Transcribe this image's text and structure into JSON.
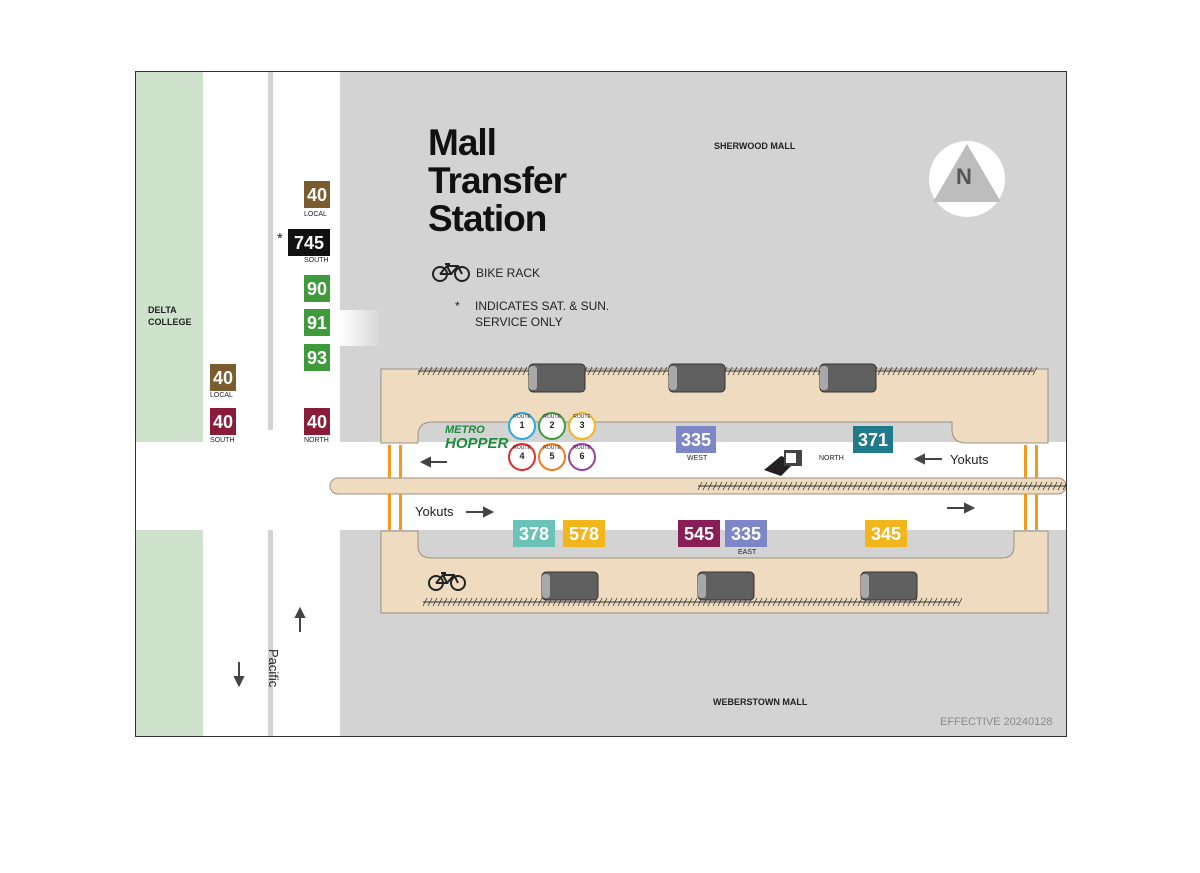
{
  "title": {
    "line1": "Mall",
    "line2": "Transfer",
    "line3": "Station"
  },
  "legend": {
    "bike_rack": "BIKE RACK",
    "asterisk": "*",
    "note_line1": "INDICATES SAT. & SUN.",
    "note_line2": "SERVICE ONLY"
  },
  "places": {
    "sherwood_mall": "SHERWOOD MALL",
    "weberstown_mall": "WEBERSTOWN MALL",
    "delta_college_line1": "DELTA",
    "delta_college_line2": "COLLEGE"
  },
  "streets": {
    "yokuts_north": "Yokuts",
    "yokuts_south": "Yokuts",
    "pacific": "Pacific"
  },
  "compass": "N",
  "effective": "EFFECTIVE  20240128",
  "pacific_routes": {
    "r40_local": {
      "number": "40",
      "label": "LOCAL",
      "color": "#7a5c2e"
    },
    "r745": {
      "number": "745",
      "label": "SOUTH",
      "prefix": "*",
      "color": "#111111"
    },
    "r90": {
      "number": "90",
      "color": "#3f9a3c"
    },
    "r91": {
      "number": "91",
      "color": "#3f9a3c"
    },
    "r93": {
      "number": "93",
      "color": "#3f9a3c"
    },
    "r40_local_west": {
      "number": "40",
      "label": "LOCAL",
      "color": "#7a5c2e"
    },
    "r40_south": {
      "number": "40",
      "label": "SOUTH",
      "color": "#8a1c3a"
    },
    "r40_north": {
      "number": "40",
      "label": "NORTH",
      "color": "#8a1c3a"
    }
  },
  "north_platform": {
    "hopper_line1": "METRO",
    "hopper_line2": "HOPPER",
    "hopper_routes": [
      {
        "word": "ROUTE",
        "num": "1",
        "color": "#29a8e0"
      },
      {
        "word": "ROUTE",
        "num": "2",
        "color": "#3f9a3c"
      },
      {
        "word": "ROUTE",
        "num": "3",
        "color": "#f2b51c"
      },
      {
        "word": "ROUTE",
        "num": "4",
        "color": "#e02a2a"
      },
      {
        "word": "ROUTE",
        "num": "5",
        "color": "#f07a1c"
      },
      {
        "word": "ROUTE",
        "num": "6",
        "color": "#9b3fa0"
      }
    ],
    "r335_west": {
      "number": "335",
      "label": "WEST",
      "color": "#7d86c6"
    },
    "r371": {
      "number": "371",
      "label": "NORTH",
      "color": "#1f7a8c"
    }
  },
  "south_platform": {
    "r378": {
      "number": "378",
      "color": "#6bc3b8"
    },
    "r578": {
      "number": "578",
      "color": "#f2b51c"
    },
    "r545": {
      "number": "545",
      "color": "#8a1c56"
    },
    "r335_east": {
      "number": "335",
      "label": "EAST",
      "color": "#7d86c6"
    },
    "r345": {
      "number": "345",
      "color": "#f2b51c"
    }
  },
  "colors": {
    "platform": "#efdcc0",
    "green_strip": "#cfe3cc",
    "mall_gray": "#d3d3d4",
    "crosswalk": "#f19a1f"
  }
}
